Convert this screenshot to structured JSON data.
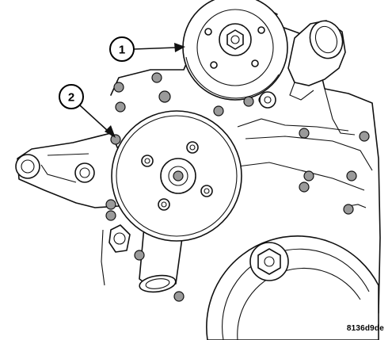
{
  "callouts": [
    {
      "number": "1"
    },
    {
      "number": "2"
    }
  ],
  "figure_code": "8136d9de"
}
